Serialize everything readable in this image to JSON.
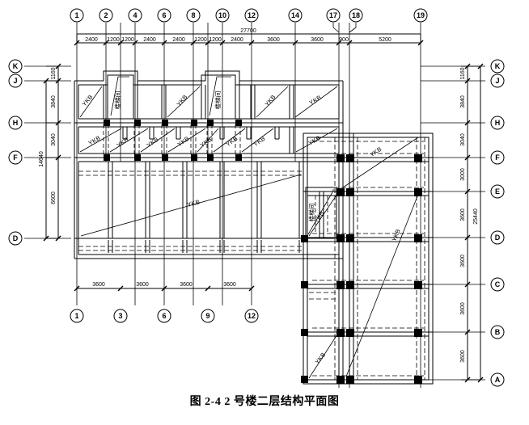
{
  "figure": {
    "caption": "图 2-4 2 号楼二层结构平面图",
    "title": "2 号楼二层结构平面图",
    "number": "图 2-4"
  },
  "labels": {
    "slab": "YKB",
    "stairwell": "楼梯间"
  },
  "grid": {
    "top_axes": [
      "1",
      "2",
      "4",
      "6",
      "8",
      "10",
      "12",
      "14",
      "17",
      "18",
      "19"
    ],
    "bottom_axes": [
      "1",
      "3",
      "6",
      "9",
      "12"
    ],
    "left_axes": [
      "K",
      "J",
      "H",
      "F",
      "D"
    ],
    "right_axes": [
      "K",
      "J",
      "H",
      "F",
      "E",
      "D",
      "C",
      "B",
      "A"
    ]
  },
  "dimensions": {
    "top_chain": [
      "2400",
      "1200",
      "1200",
      "2400",
      "2400",
      "1200",
      "1200",
      "2400",
      "3600",
      "3600",
      "900",
      "5200"
    ],
    "top_total": "27700",
    "bottom_chain": [
      "3600",
      "3600",
      "3600",
      "3600"
    ],
    "left_chain": [
      "1160",
      "3840",
      "3040",
      "6600"
    ],
    "left_total": "14640",
    "right_chain": [
      "1160",
      "3840",
      "3040",
      "3000",
      "3600",
      "3600",
      "3600",
      "3600"
    ],
    "right_total": "25440"
  },
  "slab_labels": [
    {
      "id": "ykb-r1-c1"
    },
    {
      "id": "ykb-r1-c3"
    },
    {
      "id": "ykb-r1-c5"
    },
    {
      "id": "ykb-r1-c7"
    },
    {
      "id": "ykb-r2-c1"
    },
    {
      "id": "ykb-r2-c2"
    },
    {
      "id": "ykb-r2-c3"
    },
    {
      "id": "ykb-r2-c4"
    },
    {
      "id": "ykb-r2-c5"
    },
    {
      "id": "ykb-r2-c6"
    },
    {
      "id": "ykb-r2-c7"
    },
    {
      "id": "ykb-r2-c8"
    },
    {
      "id": "ykb-main-hall"
    },
    {
      "id": "ykb-wing-top"
    },
    {
      "id": "ykb-wing-mid"
    },
    {
      "id": "ykb-wing-bottom"
    },
    {
      "id": "ykb-wing-left-upper"
    },
    {
      "id": "ykb-wing-left-lower"
    }
  ],
  "stairwells": [
    {
      "id": "stair-left"
    },
    {
      "id": "stair-mid"
    },
    {
      "id": "stair-right"
    }
  ],
  "colors": {
    "line": "#000000",
    "background": "#ffffff"
  }
}
